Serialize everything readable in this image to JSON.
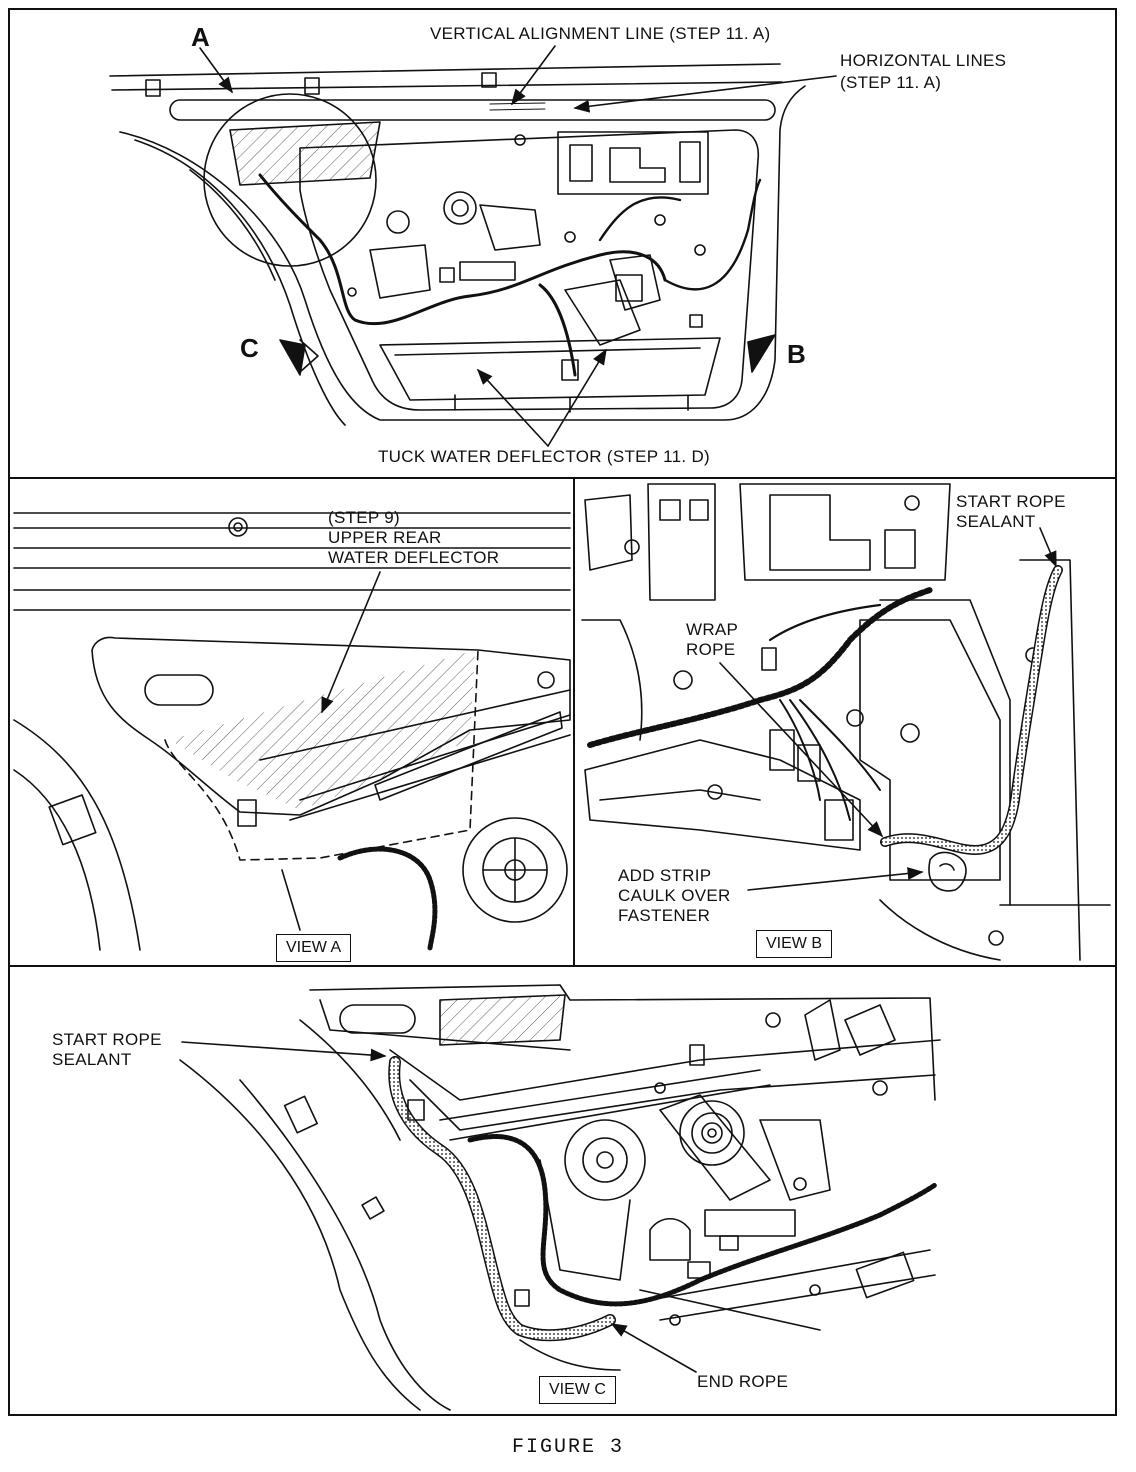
{
  "figure": {
    "caption": "FIGURE 3",
    "callouts": {
      "a": "A",
      "b": "B",
      "c": "C",
      "vertical_alignment": "VERTICAL ALIGNMENT LINE (STEP 11. A)",
      "horizontal_lines_1": "HORIZONTAL LINES",
      "horizontal_lines_2": "(STEP 11. A)",
      "tuck_deflector": "TUCK WATER DEFLECTOR (STEP 11. D)"
    }
  },
  "view_a": {
    "tag": "VIEW A",
    "lines": [
      "(STEP 9)",
      "UPPER REAR",
      "WATER DEFLECTOR"
    ]
  },
  "view_b": {
    "tag": "VIEW B",
    "start_rope": [
      "START ROPE",
      "SEALANT"
    ],
    "wrap_rope": [
      "WRAP",
      "ROPE"
    ],
    "add_strip": [
      "ADD STRIP",
      "CAULK OVER",
      "FASTENER"
    ]
  },
  "view_c": {
    "tag": "VIEW C",
    "start_rope": [
      "START ROPE",
      "SEALANT"
    ],
    "end_rope": "END ROPE"
  }
}
